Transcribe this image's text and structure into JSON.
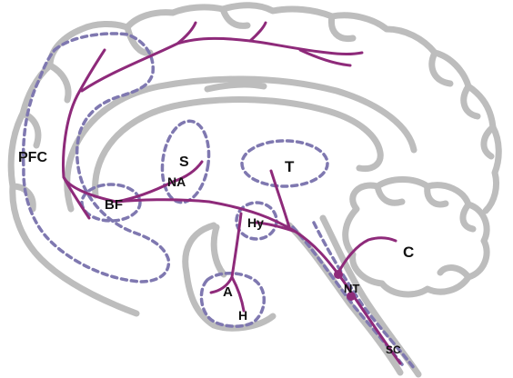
{
  "labels": {
    "pfc": "PFC",
    "s": "S",
    "na": "NA",
    "t": "T",
    "bf": "BF",
    "hy": "Hy",
    "c": "C",
    "a": "A",
    "h": "H",
    "nt": "NT",
    "sc": "SC"
  },
  "colors": {
    "outline": "#bdbdbd",
    "region": "#7f78b0",
    "pathway": "#8e2a7a"
  }
}
